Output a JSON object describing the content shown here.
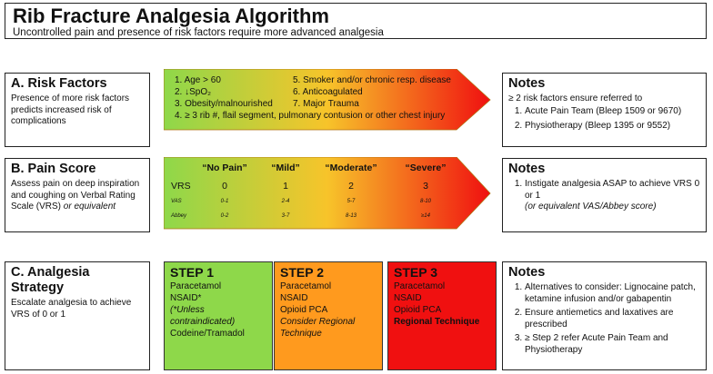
{
  "header": {
    "title": "Rib Fracture Analgesia Algorithm",
    "subtitle": "Uncontrolled pain and presence of risk factors require more advanced analgesia"
  },
  "risk_factors": {
    "title": "A. Risk Factors",
    "description": "Presence of more risk factors predicts increased risk of complications",
    "items_left": [
      "1. Age > 60",
      "2. ↓SpO₂",
      "3. Obesity/malnourished"
    ],
    "items_right": [
      "5. Smoker and/or chronic resp. disease",
      "6. Anticoagulated",
      "7. Major Trauma"
    ],
    "item_4": "4. ≥ 3 rib #, flail segment, pulmonary contusion or other chest injury",
    "notes": {
      "title": "Notes",
      "intro": "≥ 2 risk factors ensure referred to",
      "items": [
        "Acute Pain Team (Bleep 1509 or 9670)",
        "Physiotherapy (Bleep 1395 or 9552)"
      ]
    }
  },
  "pain_score": {
    "title": "B. Pain Score",
    "description_plain": "Assess pain on deep inspiration and coughing on Verbal Rating Scale (VRS) ",
    "description_italic": "or equivalent",
    "columns": [
      "“No Pain”",
      "“Mild”",
      "“Moderate”",
      "“Severe”"
    ],
    "rows": [
      {
        "label": "VRS",
        "values": [
          "0",
          "1",
          "2",
          "3"
        ]
      },
      {
        "label": "VAS",
        "values": [
          "0-1",
          "2-4",
          "5-7",
          "8-10"
        ]
      },
      {
        "label": "Abbey",
        "values": [
          "0-2",
          "3-7",
          "8-13",
          "≥14"
        ]
      }
    ],
    "notes": {
      "title": "Notes",
      "item_plain": "Instigate analgesia ASAP to achieve VRS 0 or 1",
      "item_italic": "(or equivalent VAS/Abbey score)"
    }
  },
  "strategy": {
    "title": "C. Analgesia Strategy",
    "description": "Escalate analgesia to achieve VRS of 0 or 1",
    "step1": {
      "title": "STEP 1",
      "line1": "Paracetamol",
      "line2": "NSAID*",
      "note": "(*Unless contraindicated)",
      "line3": "Codeine/Tramadol"
    },
    "step2": {
      "title": "STEP 2",
      "line1": "Paracetamol",
      "line2": "NSAID",
      "line3": "Opioid PCA",
      "note": "Consider Regional Technique"
    },
    "step3": {
      "title": "STEP 3",
      "line1": "Paracetamol",
      "line2": "NSAID",
      "line3": "Opioid PCA",
      "note": "Regional Technique"
    },
    "notes": {
      "title": "Notes",
      "items": [
        "Alternatives to consider: Lignocaine patch, ketamine infusion and/or gabapentin",
        "Ensure antiemetics and laxatives are prescribed",
        "≥ Step 2 refer Acute Pain Team and Physiotherapy"
      ]
    }
  },
  "colors": {
    "green": "#8ed84a",
    "orange": "#ff9a1e",
    "red": "#f01010",
    "gradient_mid": "#f7c42a"
  }
}
